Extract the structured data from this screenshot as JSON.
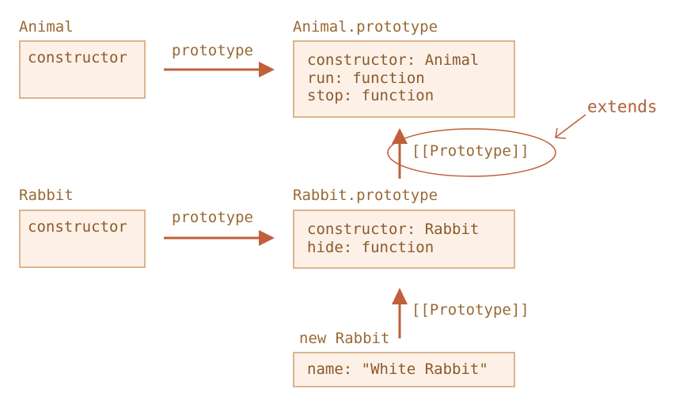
{
  "animal": {
    "title": "Animal",
    "box_lines": [
      "constructor"
    ]
  },
  "animal_prototype": {
    "title": "Animal.prototype",
    "box_lines": [
      "constructor: Animal",
      "run: function",
      "stop: function"
    ]
  },
  "rabbit": {
    "title": "Rabbit",
    "box_lines": [
      "constructor"
    ]
  },
  "rabbit_prototype": {
    "title": "Rabbit.prototype",
    "box_lines": [
      "constructor: Rabbit",
      "hide: function"
    ]
  },
  "new_rabbit": {
    "title": "new Rabbit",
    "box_lines": [
      "name: \"White Rabbit\""
    ]
  },
  "edges": {
    "animal_prototype_label": "prototype",
    "rabbit_prototype_label": "prototype",
    "rabbit_to_animal_label": "[[Prototype]]",
    "instance_to_rabbit_label": "[[Prototype]]",
    "extends_label": "extends"
  },
  "colors": {
    "arrow": "#c0603a",
    "box_fill": "#fdf1e7",
    "box_border": "#dcb48e",
    "text": "#8a5a2c",
    "extends_stroke": "#c0603a"
  }
}
